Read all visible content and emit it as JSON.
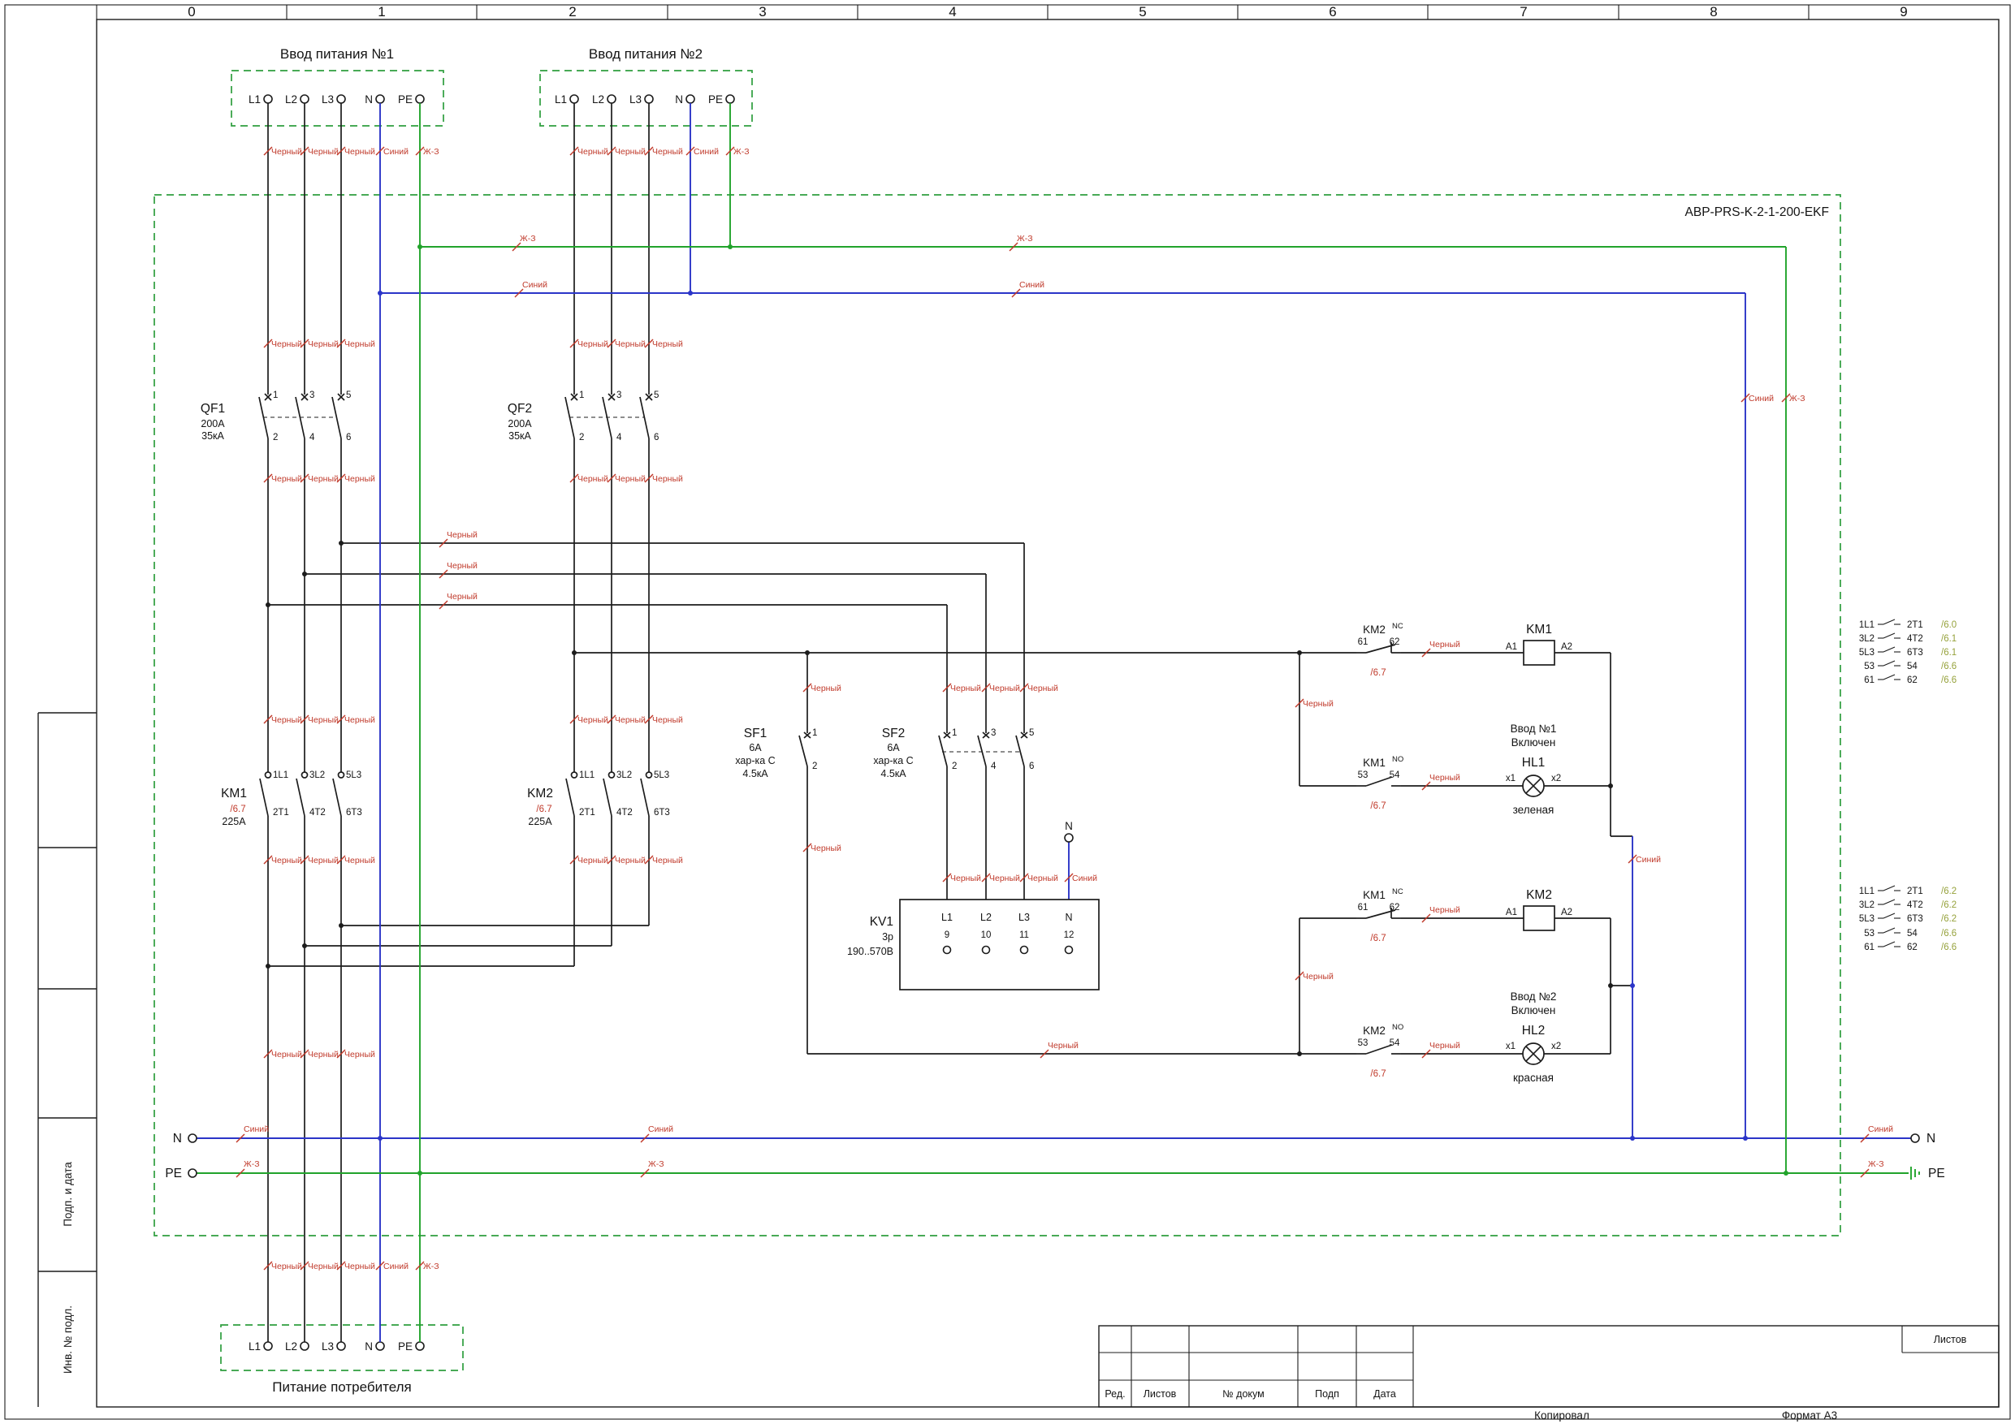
{
  "sheet": {
    "ruler": [
      "0",
      "1",
      "2",
      "3",
      "4",
      "5",
      "6",
      "7",
      "8",
      "9"
    ],
    "sidebar": {
      "podp": "Подп. и дата",
      "inv": "Инв. № подл."
    },
    "titleblock": {
      "red": "Ред.",
      "listov": "Листов",
      "dokum": "№ докум",
      "podp": "Подп",
      "data": "Дата",
      "listov_right": "Листов",
      "kopiroval": "Копировал",
      "format": "Формат А3"
    }
  },
  "device": {
    "label": "АВР-PRS-K-2-1-200-EKF"
  },
  "io": {
    "input1_title": "Ввод питания №1",
    "input2_title": "Ввод питания №2",
    "output_title": "Питание потребителя",
    "t": [
      "L1",
      "L2",
      "L3",
      "N",
      "PE"
    ]
  },
  "wire": {
    "black": "Черный",
    "blue": "Синий",
    "pe": "Ж-З"
  },
  "qf": {
    "name1": "QF1",
    "name2": "QF2",
    "current": "200А",
    "icu": "35кА",
    "top": [
      "1",
      "3",
      "5"
    ],
    "bot": [
      "2",
      "4",
      "6"
    ]
  },
  "km": {
    "name1": "KM1",
    "name2": "KM2",
    "ref": "/6.7",
    "current": "225А",
    "top": [
      "1L1",
      "3L2",
      "5L3"
    ],
    "bot": [
      "2T1",
      "4T2",
      "6T3"
    ]
  },
  "sf": {
    "name1": "SF1",
    "name2": "SF2",
    "current": "6А",
    "char": "хар-ка С",
    "icu": "4.5кА",
    "top": [
      "1",
      "3",
      "5"
    ],
    "bot": [
      "2",
      "4",
      "6"
    ]
  },
  "kv": {
    "name": "KV1",
    "poles": "3р",
    "range": "190..570В",
    "n_tap": "N",
    "terms": [
      {
        "l": "L1",
        "n": "9"
      },
      {
        "l": "L2",
        "n": "10"
      },
      {
        "l": "L3",
        "n": "11"
      },
      {
        "l": "N",
        "n": "12"
      }
    ]
  },
  "ctrl": {
    "rows": [
      {
        "name": "KM2",
        "type": "NC",
        "t1": "61",
        "t2": "62",
        "ref": "/6.7"
      },
      {
        "name": "KM1",
        "type": "NO",
        "t1": "53",
        "t2": "54",
        "ref": "/6.7"
      },
      {
        "name": "KM1",
        "type": "NC",
        "t1": "61",
        "t2": "62",
        "ref": "/6.7"
      },
      {
        "name": "KM2",
        "type": "NO",
        "t1": "53",
        "t2": "54",
        "ref": "/6.7"
      }
    ],
    "coil1": {
      "name": "KM1",
      "a1": "A1",
      "a2": "A2"
    },
    "coil2": {
      "name": "KM2",
      "a1": "A1",
      "a2": "A2"
    },
    "hl1": {
      "name": "HL1",
      "x1": "x1",
      "x2": "x2",
      "cap1": "Ввод №1",
      "cap2": "Включен",
      "color": "зеленая"
    },
    "hl2": {
      "name": "HL2",
      "x1": "x1",
      "x2": "x2",
      "cap1": "Ввод №2",
      "cap2": "Включен",
      "color": "красная"
    }
  },
  "rails": {
    "n": "N",
    "pe": "PE"
  },
  "reftable": {
    "km1": [
      {
        "a": "1L1",
        "b": "2T1",
        "r": "/6.0"
      },
      {
        "a": "3L2",
        "b": "4T2",
        "r": "/6.1"
      },
      {
        "a": "5L3",
        "b": "6T3",
        "r": "/6.1"
      },
      {
        "a": "53",
        "b": "54",
        "r": "/6.6"
      },
      {
        "a": "61",
        "b": "62",
        "r": "/6.6"
      }
    ],
    "km2": [
      {
        "a": "1L1",
        "b": "2T1",
        "r": "/6.2"
      },
      {
        "a": "3L2",
        "b": "4T2",
        "r": "/6.2"
      },
      {
        "a": "5L3",
        "b": "6T3",
        "r": "/6.2"
      },
      {
        "a": "53",
        "b": "54",
        "r": "/6.6"
      },
      {
        "a": "61",
        "b": "62",
        "r": "/6.6"
      }
    ]
  },
  "colors": {
    "wire_label": "#c03a2b",
    "pe_wire": "#21a32b",
    "n_wire": "#2b35c8",
    "enclosure_box": "#2e9e3e",
    "sheet_ref": "#96a23c"
  }
}
